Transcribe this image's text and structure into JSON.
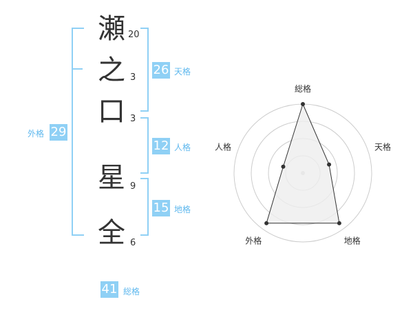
{
  "name": {
    "characters": [
      {
        "char": "瀬",
        "strokes": "20"
      },
      {
        "char": "之",
        "strokes": "3"
      },
      {
        "char": "口",
        "strokes": "3"
      },
      {
        "char": "星",
        "strokes": "9"
      },
      {
        "char": "全",
        "strokes": "6"
      }
    ]
  },
  "kakusu": {
    "tenkaku": {
      "value": "26",
      "label": "天格"
    },
    "jinkaku": {
      "value": "12",
      "label": "人格"
    },
    "chikaku": {
      "value": "15",
      "label": "地格"
    },
    "gaikaku": {
      "value": "29",
      "label": "外格"
    },
    "soukaku": {
      "value": "41",
      "label": "総格"
    }
  },
  "colors": {
    "accent": "#8fd0f5",
    "accent_text": "#5fb8ee",
    "ring": "#cccccc",
    "polygon_fill": "#eeeeee",
    "polygon_stroke": "#333333"
  },
  "chart_data": {
    "type": "radar",
    "axes": [
      "総格",
      "天格",
      "地格",
      "外格",
      "人格"
    ],
    "values": [
      1.0,
      0.4,
      0.9,
      0.9,
      0.3
    ],
    "scale_max": 1.0,
    "rings": 4
  }
}
